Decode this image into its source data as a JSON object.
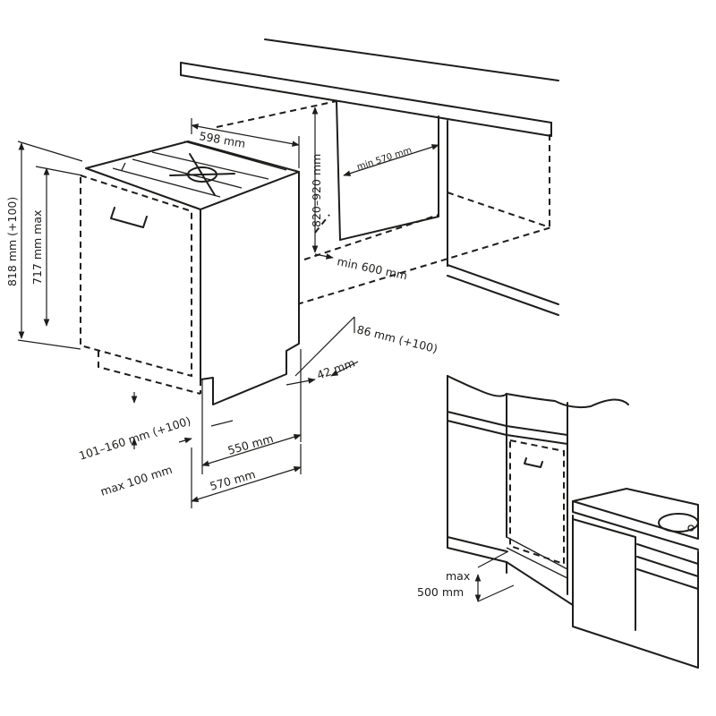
{
  "dimensions": {
    "width_598": "598 mm",
    "depth_min_570": "min 570 mm",
    "height_820_920": "820–920 mm",
    "width_min_600": "min 600 mm",
    "plinth_86": "86 mm (+100)",
    "plinth_42": "42 mm",
    "depth_550": "550 mm",
    "depth_570": "570 mm",
    "plinth_101_160": "101–160 mm (+100)",
    "plinth_max_100": "max 100 mm",
    "height_818": "818 mm (+100)",
    "height_717": "717 mm max",
    "door_max": "max",
    "door_500": "500 mm"
  }
}
